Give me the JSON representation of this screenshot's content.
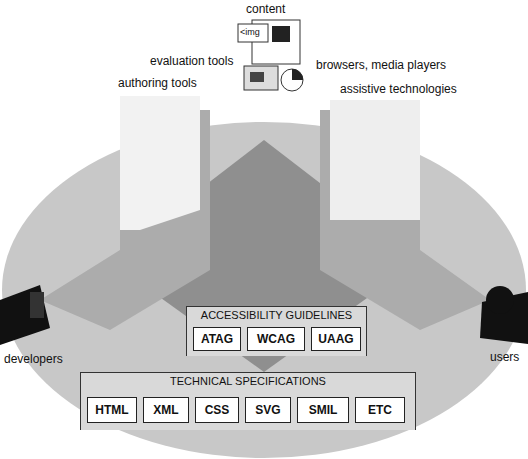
{
  "diagram": {
    "nodes": [
      {
        "text": [
          "ACCESSIBILITY GUIDELINES"
        ]
      },
      {
        "text": [
          "ATAG"
        ],
        "in": 0
      },
      {
        "text": [
          "WCAG"
        ],
        "in": 0
      },
      {
        "text": [
          "UAAG"
        ],
        "in": 0
      },
      {
        "text": [
          "TECHNICAL SPECIFICATIONS"
        ]
      },
      {
        "text": [
          "HTML"
        ],
        "in": 4
      },
      {
        "text": [
          "XML"
        ],
        "in": 4
      },
      {
        "text": [
          "CSS"
        ],
        "in": 4
      },
      {
        "text": [
          "SVG"
        ],
        "in": 4
      },
      {
        "text": [
          "SMIL"
        ],
        "in": 4
      },
      {
        "text": [
          "ETC"
        ],
        "in": 4
      }
    ],
    "labels": [
      "content",
      "<img",
      "evaluation tools",
      "authoring tools",
      "browsers, media players",
      "assistive technologies",
      "developers",
      "users"
    ]
  }
}
